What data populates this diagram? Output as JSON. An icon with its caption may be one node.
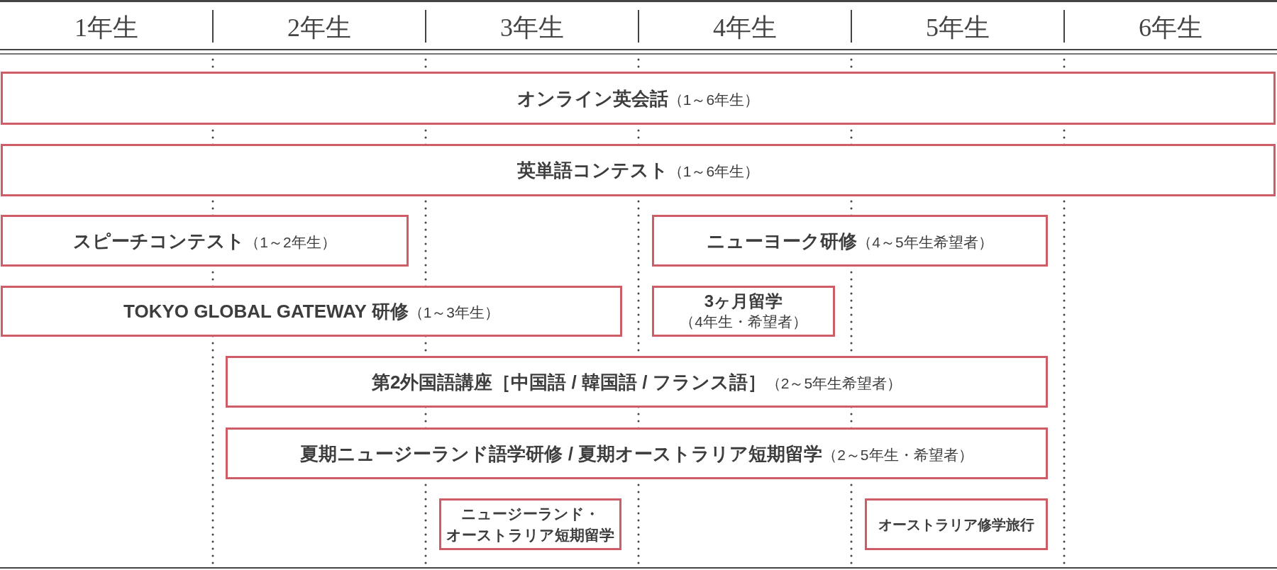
{
  "diagram": {
    "nodes": [
      {
        "text": [
          "オンライン英会話",
          "（1～6年生）"
        ]
      },
      {
        "text": [
          "英単語コンテスト",
          "（1～6年生）"
        ]
      },
      {
        "text": [
          "スピーチコンテスト",
          "（1～2年生）"
        ]
      },
      {
        "text": [
          "ニューヨーク研修",
          "（4～5年生希望者）"
        ]
      },
      {
        "text": [
          "TOKYO GLOBAL GATEWAY 研修",
          "（1～3年生）"
        ]
      },
      {
        "text": [
          "3ヶ月留学",
          "（4年生・希望者）"
        ]
      },
      {
        "text": [
          "第2外国語講座［中国語 / 韓国語 / フランス語］",
          "（2～5年生希望者）"
        ]
      },
      {
        "text": [
          "夏期ニュージーランド語学研修 / 夏期オーストラリア短期留学",
          "（2～5年生・希望者）"
        ]
      },
      {
        "text": [
          "ニュージーランド・オーストラリア短期留学"
        ]
      },
      {
        "text": [
          "オーストラリア修学旅行"
        ]
      }
    ],
    "labels": [
      "1年生",
      "2年生",
      "3年生",
      "4年生",
      "5年生",
      "6年生"
    ]
  }
}
